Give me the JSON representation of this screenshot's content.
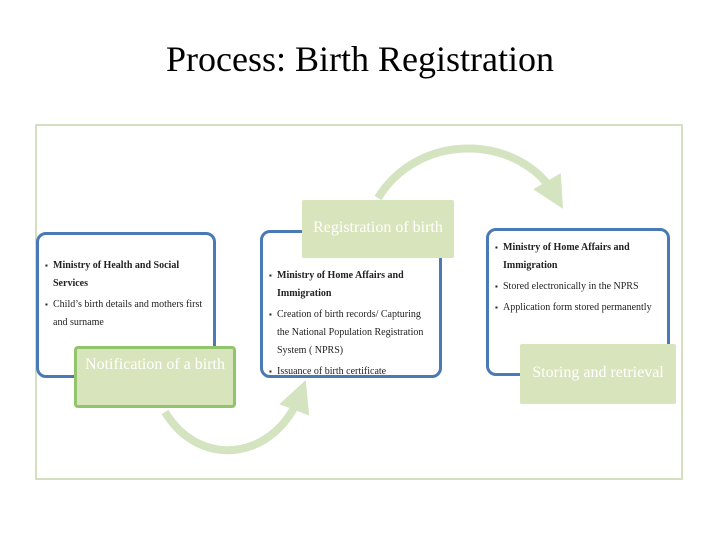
{
  "title": "Process: Birth Registration",
  "stages": [
    {
      "label": "Notification of a birth",
      "bullets": [
        {
          "text": "Ministry of Health and Social Services",
          "bold": true
        },
        {
          "text": "Child’s birth details and mothers first and surname",
          "bold": false
        }
      ]
    },
    {
      "label": "Registration of birth",
      "bullets": [
        {
          "text": "Ministry of Home Affairs and Immigration",
          "bold": true
        },
        {
          "text": "Creation of birth records/ Capturing the National Population Registration System ( NPRS)",
          "bold": false
        },
        {
          "text": "Issuance of birth certificate",
          "bold": false
        }
      ]
    },
    {
      "label": "Storing and retrieval",
      "bullets": [
        {
          "text": "Ministry of Home Affairs and Immigration",
          "bold": true
        },
        {
          "text": "Stored electronically in the NPRS",
          "bold": false
        },
        {
          "text": "Application form stored permanently",
          "bold": false
        }
      ]
    }
  ],
  "colors": {
    "panel_border": "#4a7ab5",
    "label_fill": "#d8e4bc",
    "arrow": "#d4e3c0",
    "frame": "#d4dfc0"
  }
}
